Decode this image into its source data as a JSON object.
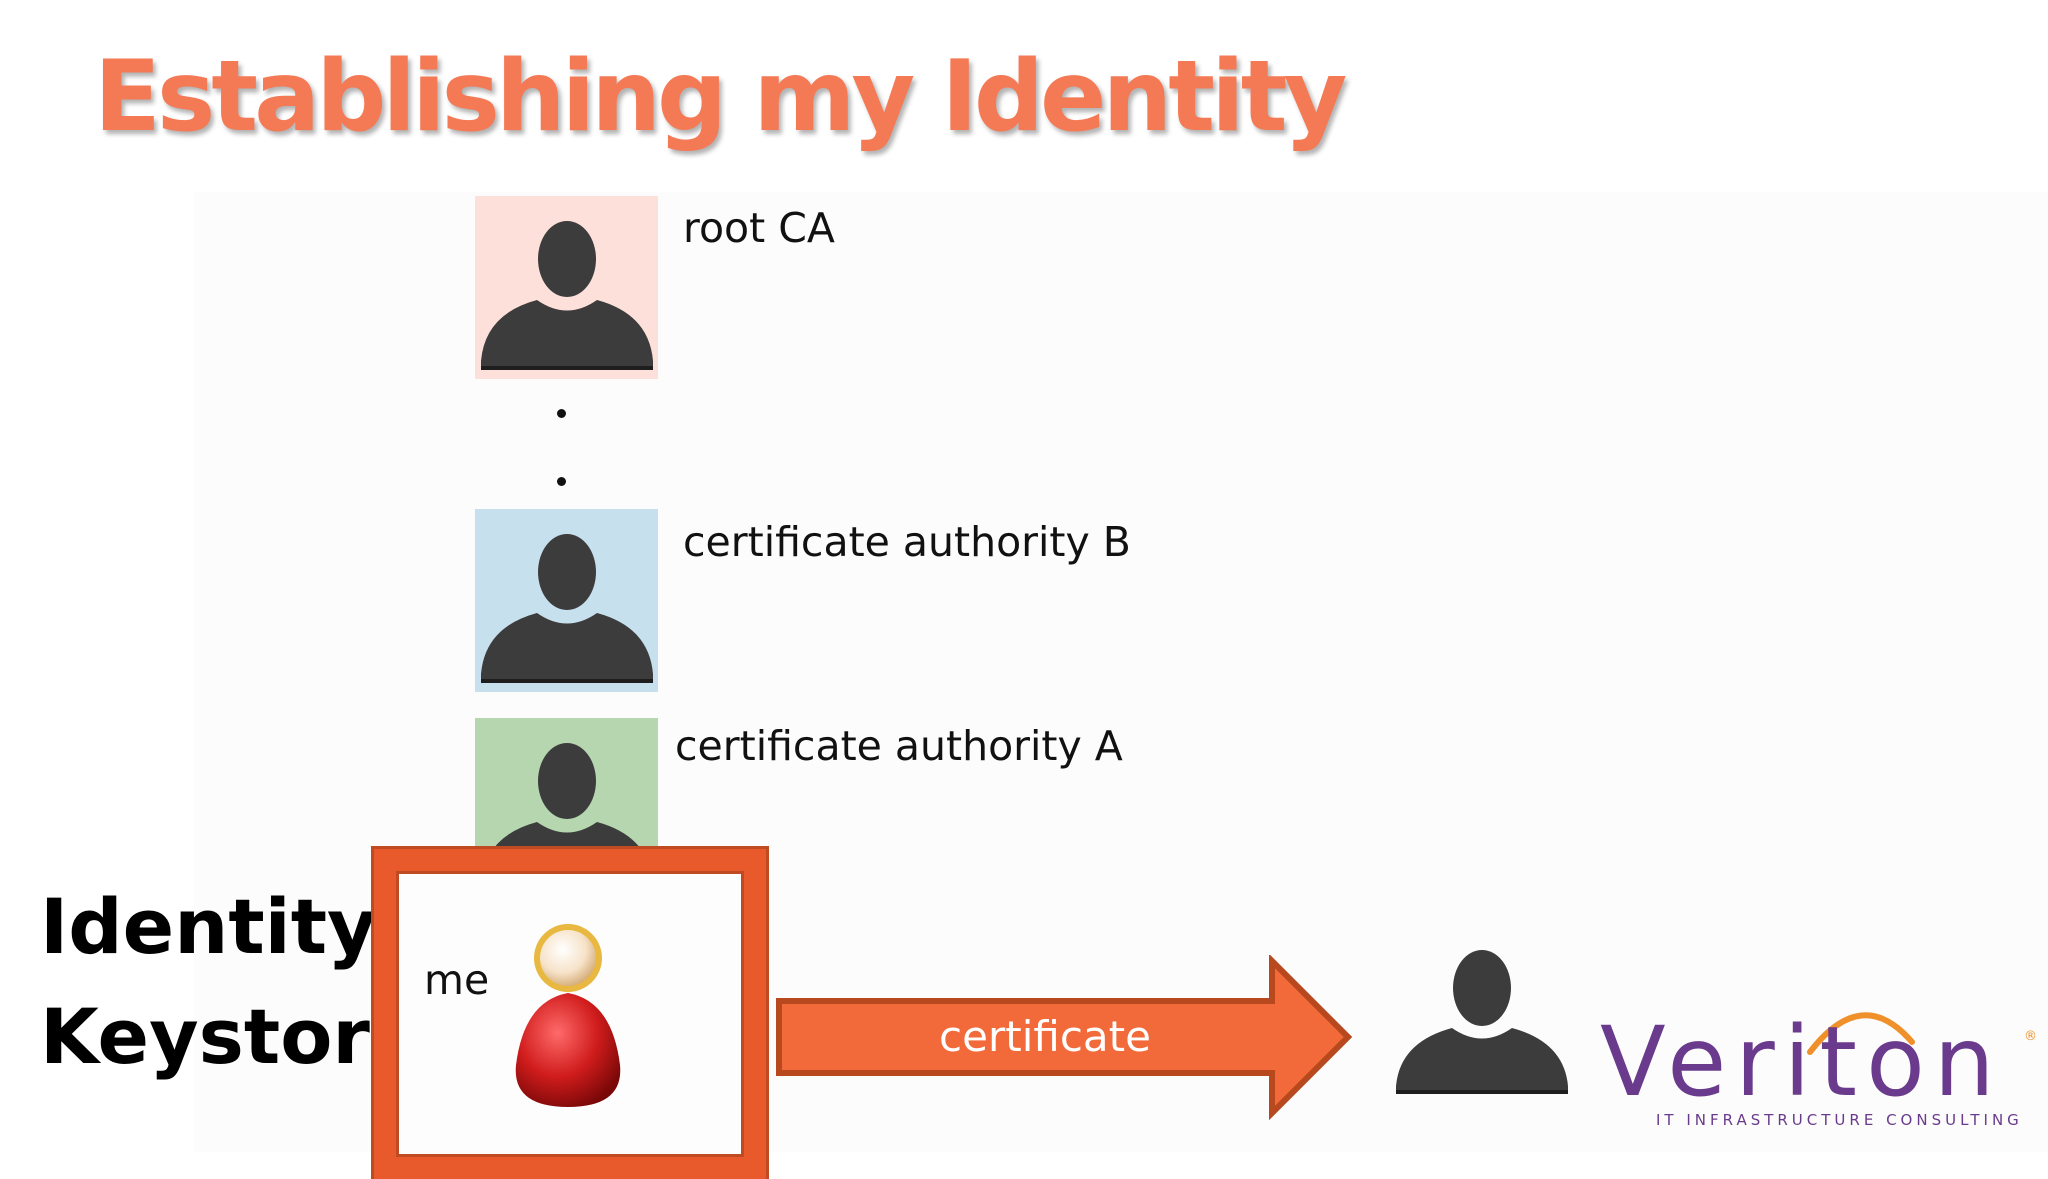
{
  "slide": {
    "title": "Establishing my Identity",
    "chain": [
      {
        "label": "root CA",
        "tile_color": "#fde0da"
      },
      {
        "label": "certificate authority B",
        "tile_color": "#c6e0ee"
      },
      {
        "label": "certificate authority A",
        "tile_color": "#b6d6b0"
      }
    ],
    "ellipsis": ".",
    "keystore": {
      "line1": "Identity",
      "line2": "Keystore",
      "me_label": "me"
    },
    "arrow_label": "certificate",
    "logo": {
      "name": "Veriton",
      "tagline": "IT Infrastructure Consulting",
      "registered_mark": "®"
    }
  },
  "colors": {
    "title": "#f47a56",
    "accent_orange": "#e85a2c",
    "arrow_fill": "#f26a3a",
    "logo_purple": "#6a3a8c",
    "logo_orange": "#f0902a",
    "person_gray": "#3c3c3c",
    "me_red": "#d01c1c"
  }
}
